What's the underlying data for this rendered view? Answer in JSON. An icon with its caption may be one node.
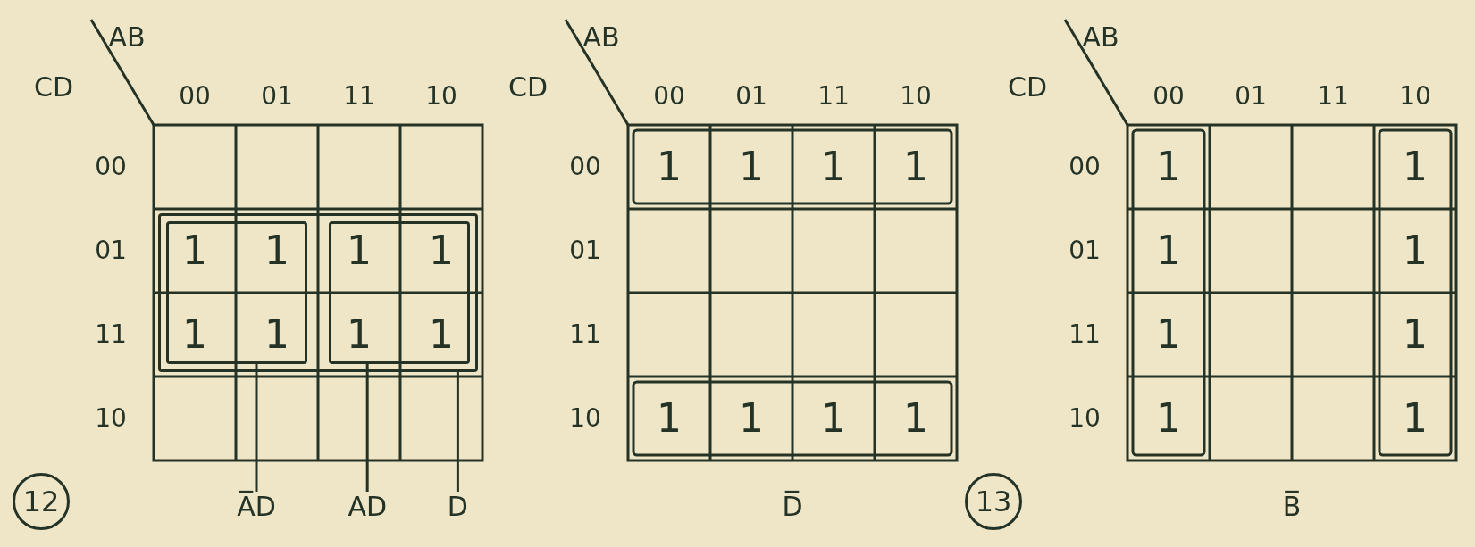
{
  "diagram": {
    "nodes": [
      {
        "text": [],
        "shape": "box"
      },
      {
        "text": [],
        "shape": "box",
        "in": 0
      },
      {
        "text": [],
        "shape": "box",
        "in": 0
      },
      {
        "text": [
          "A̅D"
        ]
      },
      {
        "text": [
          "AD"
        ]
      },
      {
        "text": [
          "D"
        ]
      },
      {
        "text": [
          "12"
        ]
      },
      {
        "text": [
          "13"
        ]
      }
    ],
    "edges": [
      {
        "from": 3,
        "to": 1,
        "arrow": "none"
      },
      {
        "from": 4,
        "to": 2,
        "arrow": "none"
      },
      {
        "from": 5,
        "to": 0,
        "arrow": "none"
      }
    ],
    "labels": [
      "AB",
      "CD",
      "00",
      "01",
      "11",
      "10",
      "00",
      "01",
      "1",
      "1",
      "1",
      "1",
      "11",
      "1",
      "1",
      "1",
      "1",
      "10",
      "AB",
      "CD",
      "00",
      "01",
      "11",
      "10",
      "00",
      "1",
      "1",
      "1",
      "1",
      "01",
      "11",
      "10",
      "1",
      "1",
      "1",
      "1",
      "D̅",
      "AB",
      "CD",
      "00",
      "01",
      "11",
      "10",
      "00",
      "1",
      "1",
      "01",
      "1",
      "1",
      "11",
      "1",
      "1",
      "10",
      "1",
      "1",
      "B̅"
    ]
  }
}
